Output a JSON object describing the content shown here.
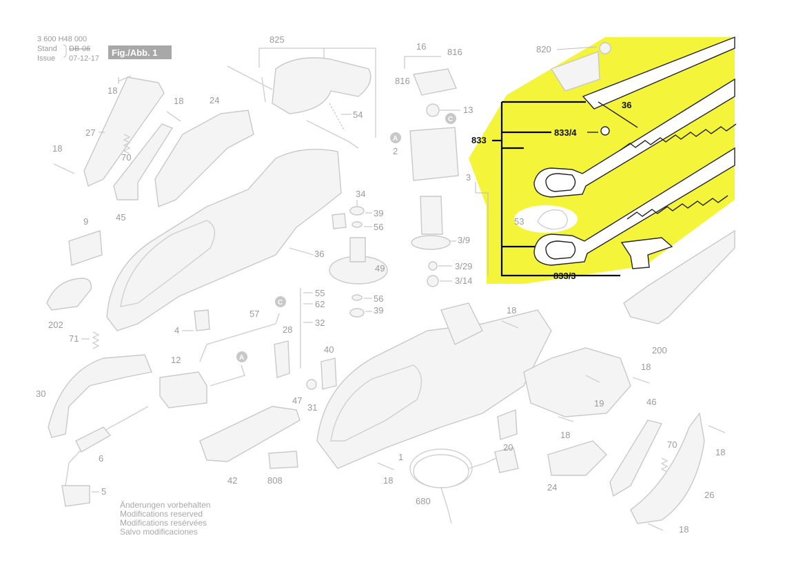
{
  "header": {
    "doc_number": "3 600 H48 000",
    "stand_label": "Stand",
    "issue_label": "Issue",
    "stand_value": "DB-06",
    "issue_value": "07-12-17",
    "figure_label": "Fig./Abb. 1"
  },
  "footer": {
    "line1": "Änderungen vorbehalten",
    "line2": "Modifications reserved",
    "line3": "Modifications resérvées",
    "line4": "Salvo modificaciones"
  },
  "highlight_color": "#f4f43a",
  "callout_letters": [
    "A",
    "C"
  ],
  "parts": {
    "p825": "825",
    "p18": "18",
    "p27": "27",
    "p24": "24",
    "p70": "70",
    "p45": "45",
    "p9": "9",
    "p202": "202",
    "p71": "71",
    "p30": "30",
    "p6": "6",
    "p5": "5",
    "p12": "12",
    "p4": "4",
    "p57": "57",
    "p28": "28",
    "p32": "32",
    "p55": "55",
    "p62": "62",
    "p47": "47",
    "p31": "31",
    "p40": "40",
    "p42": "42",
    "p808": "808",
    "p36": "36",
    "p54": "54",
    "p16": "16",
    "p816": "816",
    "p13": "13",
    "p2": "2",
    "p3": "3",
    "p34": "34",
    "p39": "39",
    "p56": "56",
    "p49": "49",
    "p3_9": "3/9",
    "p3_29": "3/29",
    "p3_14": "3/14",
    "p820": "820",
    "p833": "833",
    "p833_4": "833/4",
    "p833_3": "833/3",
    "p53": "53",
    "p200": "200",
    "p1": "1",
    "p680": "680",
    "p20": "20",
    "p19": "19",
    "p46": "46",
    "p26": "26"
  }
}
